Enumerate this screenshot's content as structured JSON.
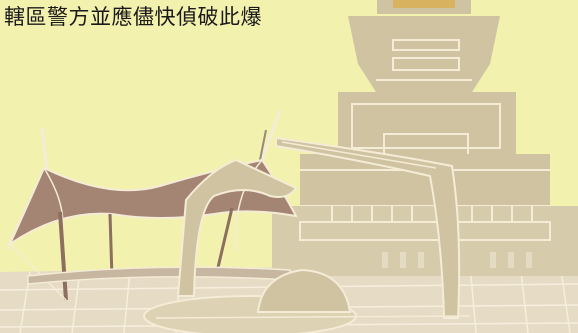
{
  "caption": "轄區警方並應儘快偵破此爆",
  "colors": {
    "background": "#f3f1ae",
    "building": "#cfc3a1",
    "building_light": "#ddd3b4",
    "building_dark": "#b9ab88",
    "canopy": "#a48573",
    "outline": "#f4ecd6",
    "plaza": "#e3d8c2",
    "tower_accent": "#d9b25f"
  },
  "scene": {
    "elements": [
      "landmark-tower",
      "tent-canopy",
      "arch-structures",
      "dome",
      "plaza-ground"
    ]
  }
}
